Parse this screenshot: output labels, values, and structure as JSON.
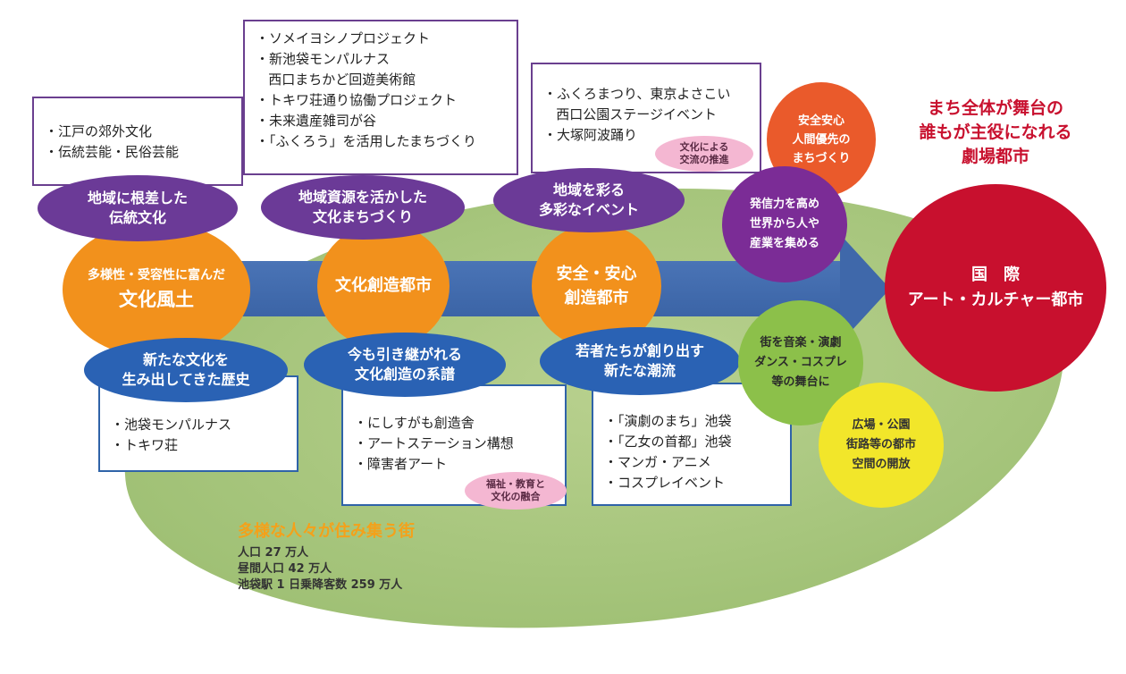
{
  "boxes": {
    "edo": [
      "・江戸の郊外文化",
      "・伝統芸能・民俗芸能"
    ],
    "somei": [
      "・ソメイヨシノプロジェクト",
      "・新池袋モンパルナス",
      "   西口まちかど回遊美術館",
      "・トキワ荘通り協働プロジェクト",
      "・未来遺産雑司が谷",
      "・「ふくろう」を活用したまちづくり"
    ],
    "fukuro": [
      "・ふくろまつり、東京よさこい",
      "   西口公園ステージイベント",
      "・大塚阿波踊り"
    ],
    "monparnasse": [
      "・池袋モンパルナス",
      "・トキワ荘"
    ],
    "nishisugamo": [
      "・にしすがも創造舎",
      "・アートステーション構想",
      "・障害者アート"
    ],
    "engeki": [
      "・「演劇のまち」池袋",
      "・「乙女の首都」池袋",
      "・マンガ・アニメ",
      "・コスプレイベント"
    ]
  },
  "ellipses": {
    "tradition": "地域に根差した\n伝統文化",
    "resources": "地域資源を活かした\n文化まちづくり",
    "events": "地域を彩る\n多彩なイベント",
    "history": "新たな文化を\n生み出してきた歴史",
    "lineage": "今も引き継がれる\n文化創造の系譜",
    "youth": "若者たちが創り出す\n新たな潮流"
  },
  "pills": {
    "exchange": "文化による\n交流の推進",
    "welfare": "福祉・教育と\n文化の融合"
  },
  "circles": {
    "fudo_small": "多様性・受容性に富んだ",
    "fudo_big": "文化風土",
    "souzou": "文化創造都市",
    "anzen": "安全・安心\n創造都市",
    "safety": "安全安心\n人間優先の\nまちづくり",
    "hasshin": "発信力を高め\n世界から人や\n産業を集める",
    "music": "街を音楽・演劇\nダンス・コスプレ\n等の舞台に",
    "plaza": "広場・公園\n街路等の都市\n空間の開放",
    "kokusai": "国　際\nアート・カルチャー都市"
  },
  "headline": "まち全体が舞台の\n誰もが主役になれる\n劇場都市",
  "city": {
    "title": "多様な人々が住み集う街",
    "stats": [
      "人口 27 万人",
      "昼間人口 42 万人",
      "池袋駅 1 日乗降客数 259 万人"
    ]
  },
  "colors": {
    "purple": "#6b3a97",
    "blue": "#2a62b4",
    "orange": "#f2911c",
    "red": "#c8102e",
    "green": "#8cc04a",
    "yellow": "#f2e62a"
  }
}
